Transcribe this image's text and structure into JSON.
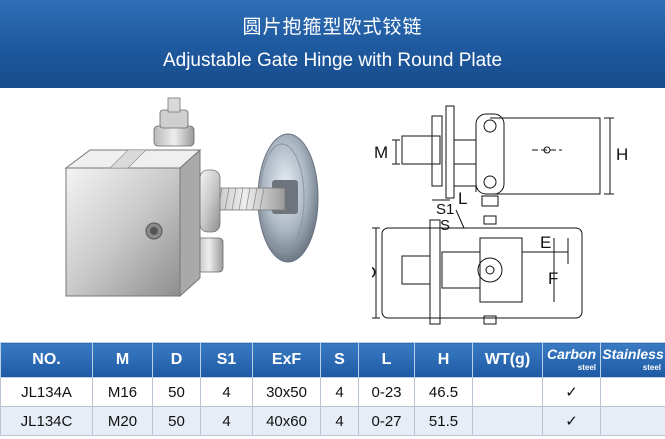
{
  "header": {
    "title_cn": "圆片抱箍型欧式铰链",
    "title_en": "Adjustable Gate Hinge with Round Plate"
  },
  "drawing": {
    "labels": {
      "M": "M",
      "H": "H",
      "L": "L",
      "S1": "S1",
      "S": "S",
      "D": "D",
      "E": "E",
      "F": "F"
    }
  },
  "table": {
    "headers": [
      "NO.",
      "M",
      "D",
      "S1",
      "ExF",
      "S",
      "L",
      "H",
      "WT(g)"
    ],
    "materials": [
      {
        "main": "Carbon",
        "sub": "steel"
      },
      {
        "main": "Stainless",
        "sub": "steel"
      }
    ],
    "rows": [
      {
        "no": "JL134A",
        "m": "M16",
        "d": "50",
        "s1": "4",
        "exf": "30x50",
        "s": "4",
        "l": "0-23",
        "h": "46.5",
        "wt": "",
        "carbon": "✓",
        "stainless": ""
      },
      {
        "no": "JL134C",
        "m": "M20",
        "d": "50",
        "s1": "4",
        "exf": "40x60",
        "s": "4",
        "l": "0-27",
        "h": "51.5",
        "wt": "",
        "carbon": "✓",
        "stainless": ""
      }
    ]
  }
}
